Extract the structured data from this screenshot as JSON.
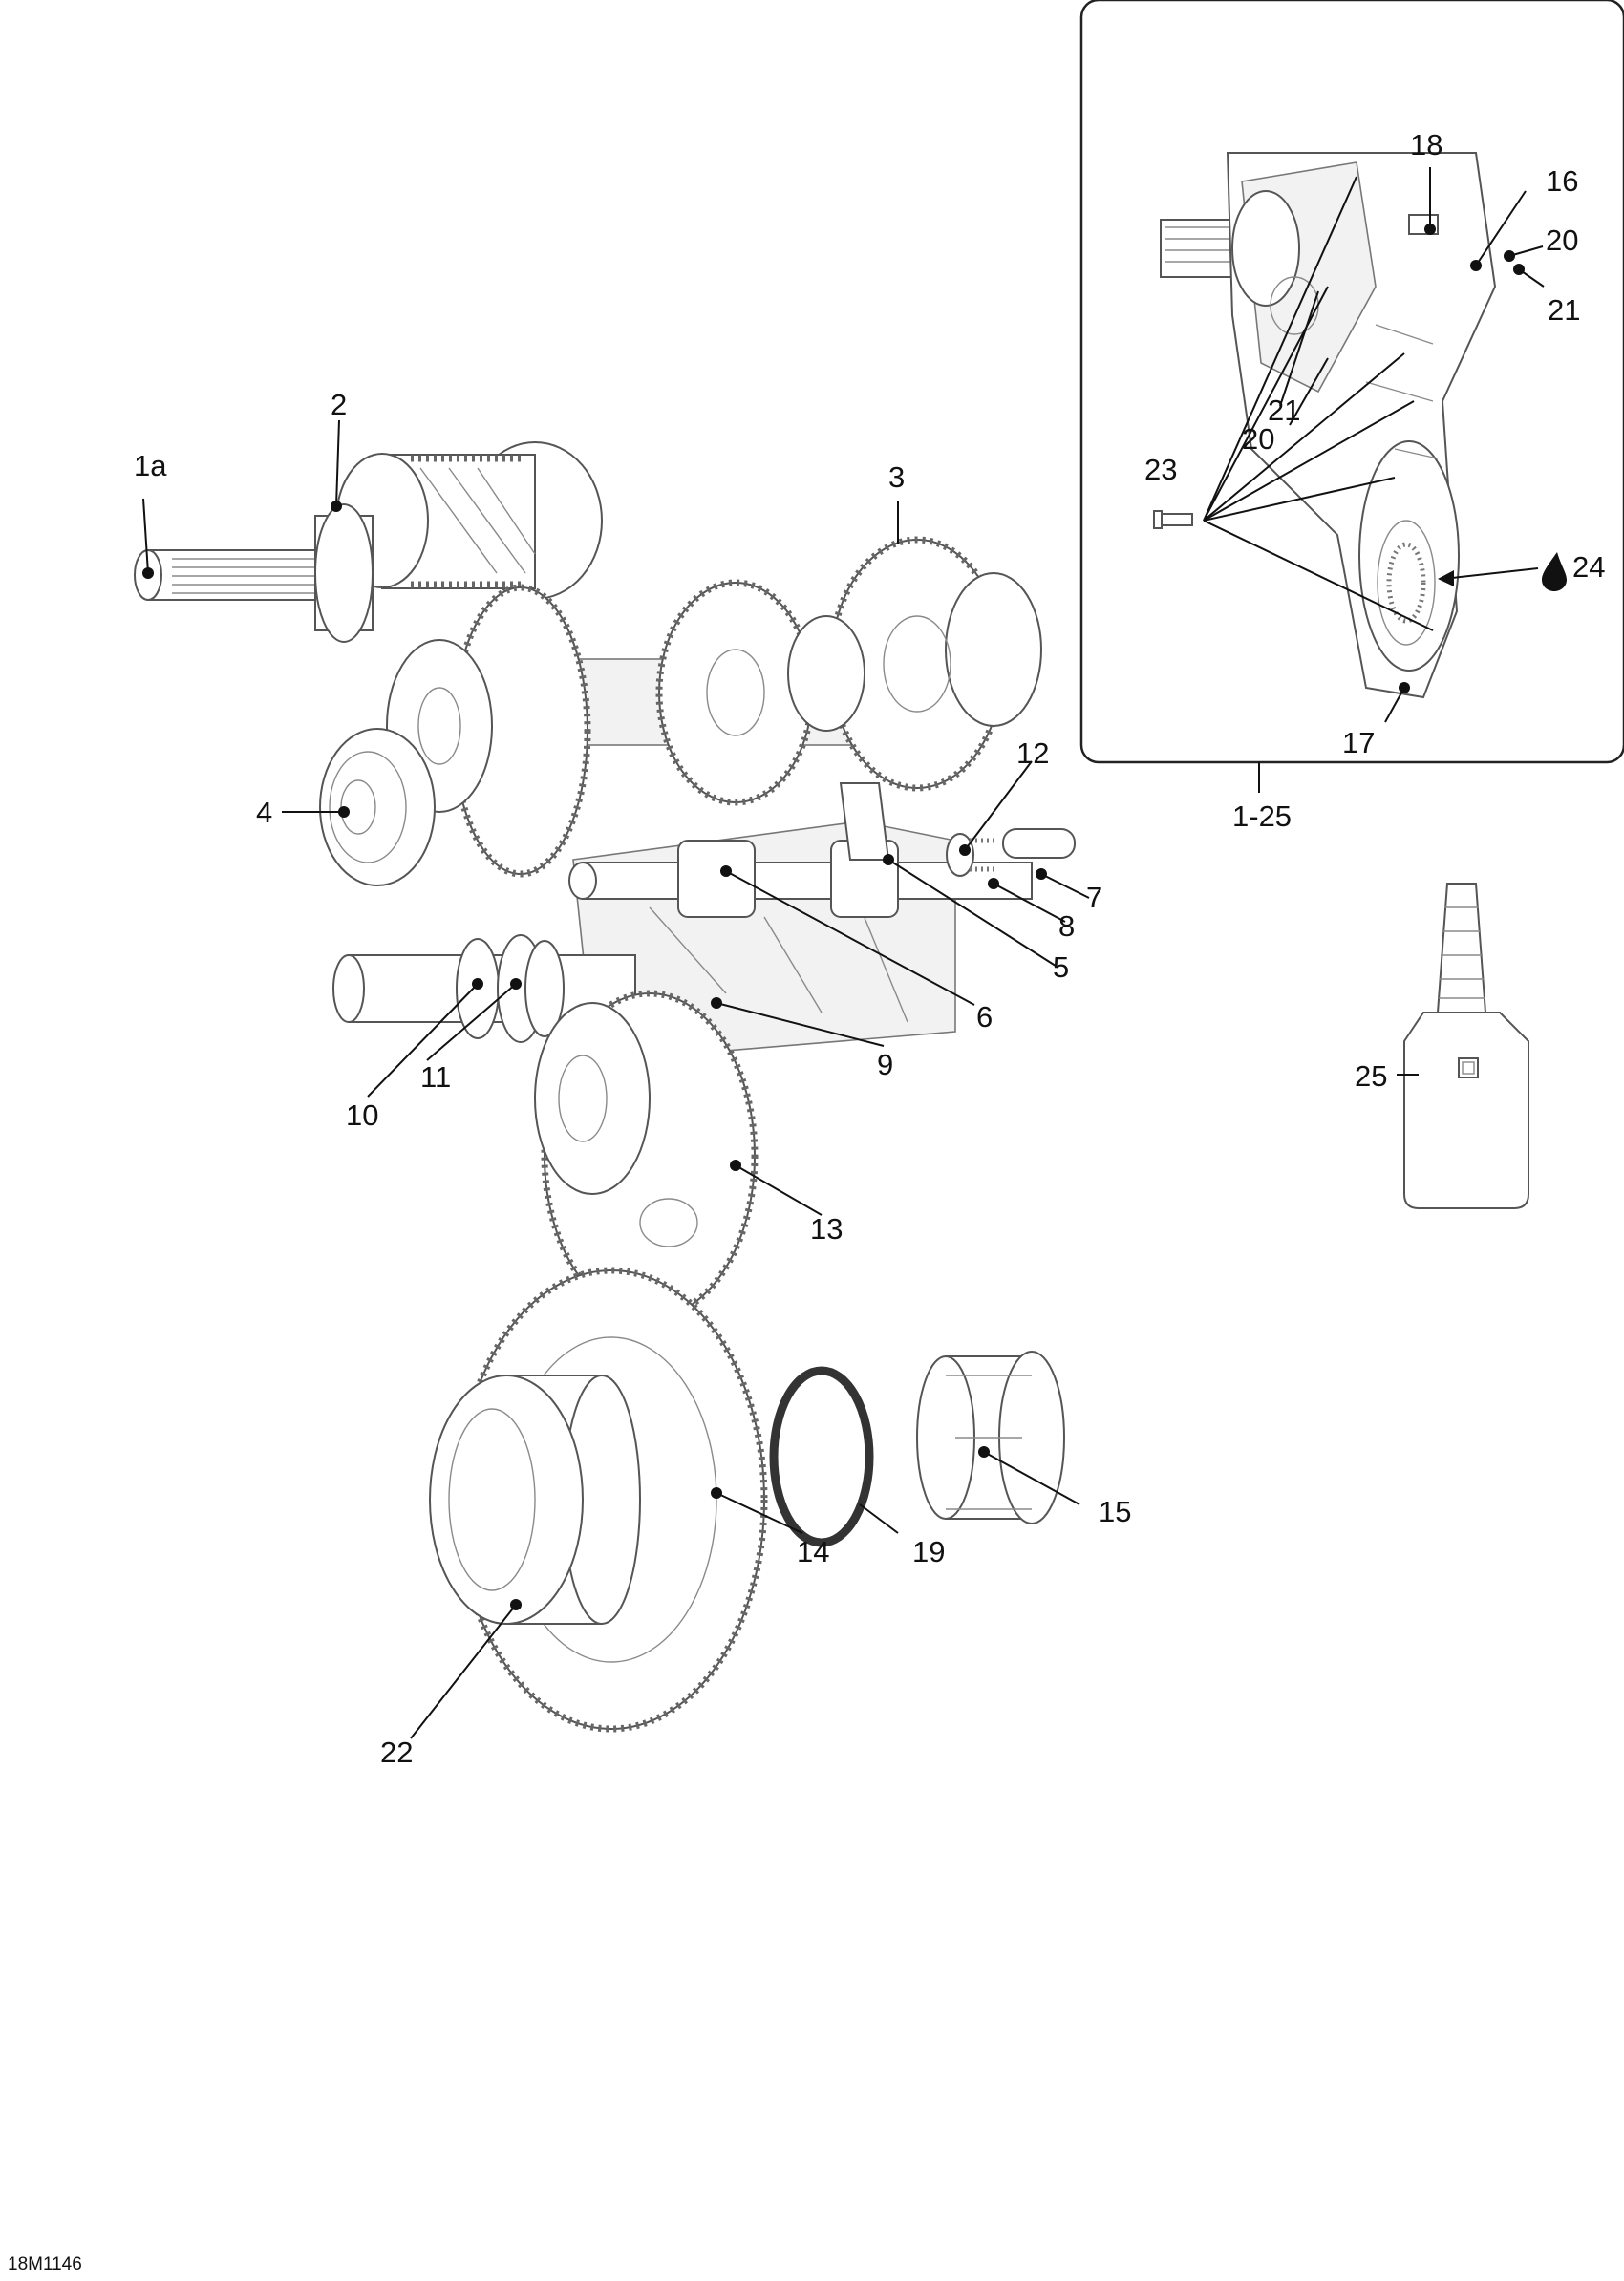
{
  "callouts": [
    {
      "id": "c1a",
      "label": "1a"
    },
    {
      "id": "c2",
      "label": "2"
    },
    {
      "id": "c3",
      "label": "3"
    },
    {
      "id": "c4",
      "label": "4"
    },
    {
      "id": "c5",
      "label": "5"
    },
    {
      "id": "c6",
      "label": "6"
    },
    {
      "id": "c7",
      "label": "7"
    },
    {
      "id": "c8",
      "label": "8"
    },
    {
      "id": "c9",
      "label": "9"
    },
    {
      "id": "c10",
      "label": "10"
    },
    {
      "id": "c11",
      "label": "11"
    },
    {
      "id": "c12",
      "label": "12"
    },
    {
      "id": "c13",
      "label": "13"
    },
    {
      "id": "c14",
      "label": "14"
    },
    {
      "id": "c15",
      "label": "15"
    },
    {
      "id": "c19",
      "label": "19"
    },
    {
      "id": "c22",
      "label": "22"
    },
    {
      "id": "c25",
      "label": "25"
    }
  ],
  "inset": {
    "callouts": [
      {
        "id": "i16",
        "label": "16"
      },
      {
        "id": "i17",
        "label": "17"
      },
      {
        "id": "i18",
        "label": "18"
      },
      {
        "id": "i20a",
        "label": "20"
      },
      {
        "id": "i20b",
        "label": "20"
      },
      {
        "id": "i21a",
        "label": "21"
      },
      {
        "id": "i21b",
        "label": "21"
      },
      {
        "id": "i23",
        "label": "23"
      },
      {
        "id": "i24",
        "label": "24"
      }
    ],
    "group_label": "1-25"
  },
  "drawing_code": "18M1146"
}
